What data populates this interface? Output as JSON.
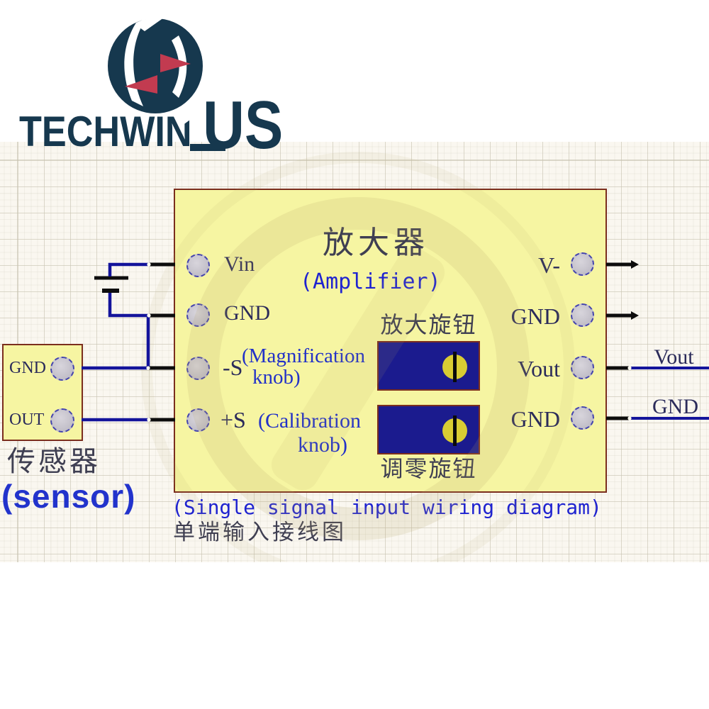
{
  "brand": {
    "name_main": "TECHWIN",
    "name_suffix": "US"
  },
  "amplifier": {
    "title_cn": "放大器",
    "title_en": "(Amplifier)",
    "pins_left": [
      {
        "label": "Vin"
      },
      {
        "label": "GND"
      },
      {
        "label": "-S",
        "note_line1": "(Magnification",
        "note_line2": "knob)"
      },
      {
        "label": "+S",
        "note_line1": "(Calibration",
        "note_line2": "knob)"
      }
    ],
    "pins_right": [
      {
        "label": "V-"
      },
      {
        "label": "GND"
      },
      {
        "label": "Vout"
      },
      {
        "label": "GND"
      }
    ],
    "knob_top_label": "放大旋钮",
    "knob_bottom_label": "调零旋钮"
  },
  "sensor": {
    "pins": [
      {
        "label": "GND"
      },
      {
        "label": "OUT"
      }
    ],
    "label_cn": "传感器",
    "label_en": "(sensor)"
  },
  "outputs": {
    "vout_label": "Vout",
    "gnd_label": "GND"
  },
  "caption": {
    "line_en": "(Single signal input wiring diagram)",
    "line_cn": "单端输入接线图"
  },
  "colors": {
    "logo_navy": "#16384E",
    "logo_red": "#C23B50",
    "block_fill": "#F6F5A2",
    "block_border": "#7B2E1E",
    "wire_navy": "#14149B",
    "wire_black": "#0D0D0D",
    "pin_fill": "#C7C4CD",
    "pin_border": "#4444AE",
    "pot_fill": "#1B1B8E",
    "knob_yellow": "#D8CC33",
    "text_navy": "#2B2B5A",
    "text_blue": "#2231C8",
    "text_dark": "#3F3F52",
    "canvas_bg": "#FAF7F0"
  }
}
